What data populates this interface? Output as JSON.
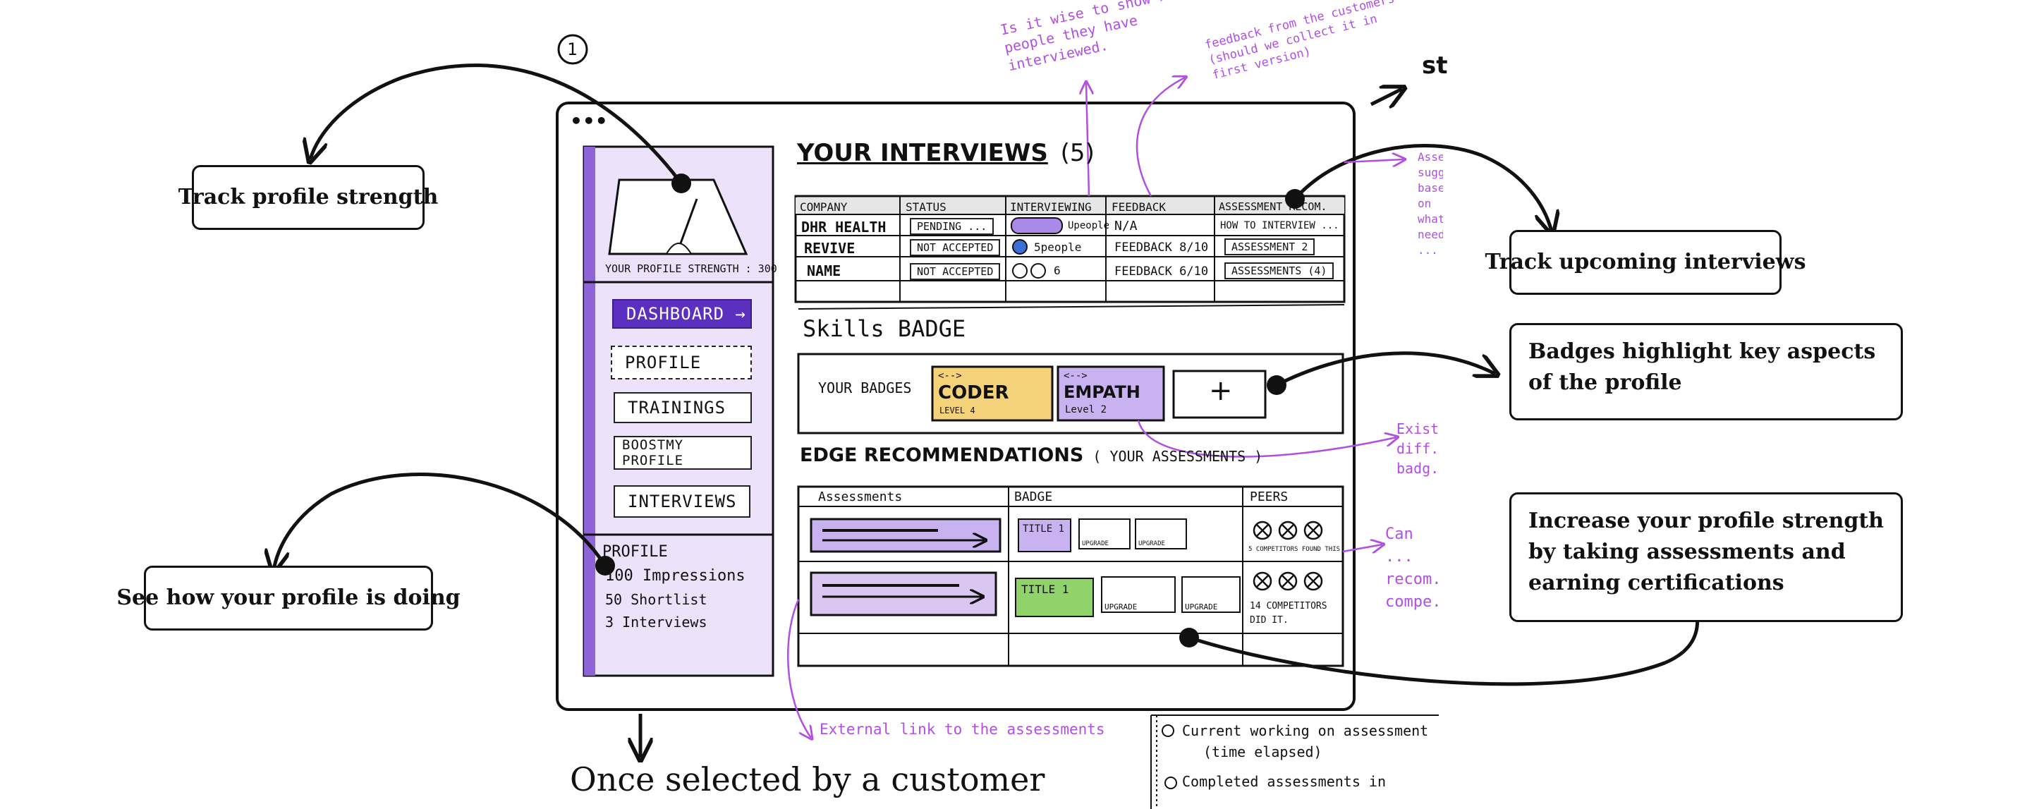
{
  "sketch": {
    "step_number": "1",
    "top_right_fragment": "st",
    "window_dots": "•••",
    "colors": {
      "ink": "#111111",
      "accent_purple": "#5b2fc0",
      "highlight_lavender": "#d9c7f2",
      "annotation_purple": "#b04fe0",
      "coder_yellow": "#f3d27a",
      "title_green": "#8fd36a"
    }
  },
  "sidebar": {
    "profile_strength": "YOUR PROFILE STRENGTH : 300",
    "nav": [
      {
        "label": "DASHBOARD →",
        "active": true
      },
      {
        "label": "PROFILE",
        "active": false
      },
      {
        "label": "TRAININGS",
        "active": false
      },
      {
        "label": "BOOSTMY PROFILE",
        "active": false
      },
      {
        "label": "INTERVIEWS",
        "active": false
      }
    ],
    "stats": {
      "title": "PROFILE",
      "impressions": "100 Impressions",
      "shortlist": "50 Shortlist",
      "interviews": "3 Interviews"
    }
  },
  "interviews": {
    "title": "YOUR INTERVIEWS",
    "count": "(5)",
    "columns": [
      "COMPANY",
      "STATUS",
      "INTERVIEWING",
      "FEEDBACK",
      "ASSESSMENT RECOM."
    ],
    "rows": [
      {
        "company": "DHR HEALTH",
        "status": "PENDING ...",
        "interviewing": "Upeople",
        "feedback": "N/A",
        "recom": "HOW TO INTERVIEW ..."
      },
      {
        "company": "REVIVE",
        "status": "NOT ACCEPTED",
        "interviewing": "5people",
        "feedback": "FEEDBACK 8/10",
        "recom": "ASSESSMENT 2"
      },
      {
        "company": "NAME",
        "status": "NOT ACCEPTED",
        "interviewing": "6",
        "feedback": "FEEDBACK 6/10",
        "recom": "ASSESSMENTS (4)"
      }
    ]
  },
  "skills": {
    "title": "Skills BADGE",
    "your_badges": "YOUR BADGES",
    "badges": [
      {
        "arrow": "<-->",
        "name": "CODER",
        "level": "LEVEL 4"
      },
      {
        "arrow": "<-->",
        "name": "EMPATH",
        "level": "Level 2"
      }
    ],
    "add": "+"
  },
  "recommendations": {
    "title": "EDGE RECOMMENDATIONS",
    "subtitle": "( YOUR ASSESSMENTS )",
    "columns": [
      "Assessments",
      "BADGE",
      "PEERS"
    ],
    "rows": [
      {
        "badge_title": "TITLE 1",
        "upgrade_a": "UPGRADE",
        "upgrade_b": "UPGRADE",
        "peers": "5 COMPETITORS FOUND THIS"
      },
      {
        "badge_title": "TITLE 1",
        "upgrade_a": "UPGRADE",
        "upgrade_b": "UPGRADE",
        "peers": "14 COMPETITORS DID IT."
      }
    ]
  },
  "callouts": {
    "profile_strength": "Track profile strength",
    "profile_doing": "See how your profile is doing",
    "upcoming": "Track upcoming interviews",
    "badges": "Badges highlight key aspects of the profile",
    "increase": "Increase your profile strength by taking assessments and earning certifications"
  },
  "notes": {
    "wise": "Is it wise to show no. of people they have interviewed.",
    "feedback": "feedback from the customers (should we collect it in first version)",
    "right1": "Assess. suggest based on what need ...",
    "right2": "Exist. diff. badg...",
    "right3": "Can ... recom. compe...",
    "external": "External link to the assessments",
    "working": "Current working on assessment",
    "time": "(time elapsed)",
    "completed": "Completed assessments in",
    "selected": "Once selected by a customer"
  }
}
